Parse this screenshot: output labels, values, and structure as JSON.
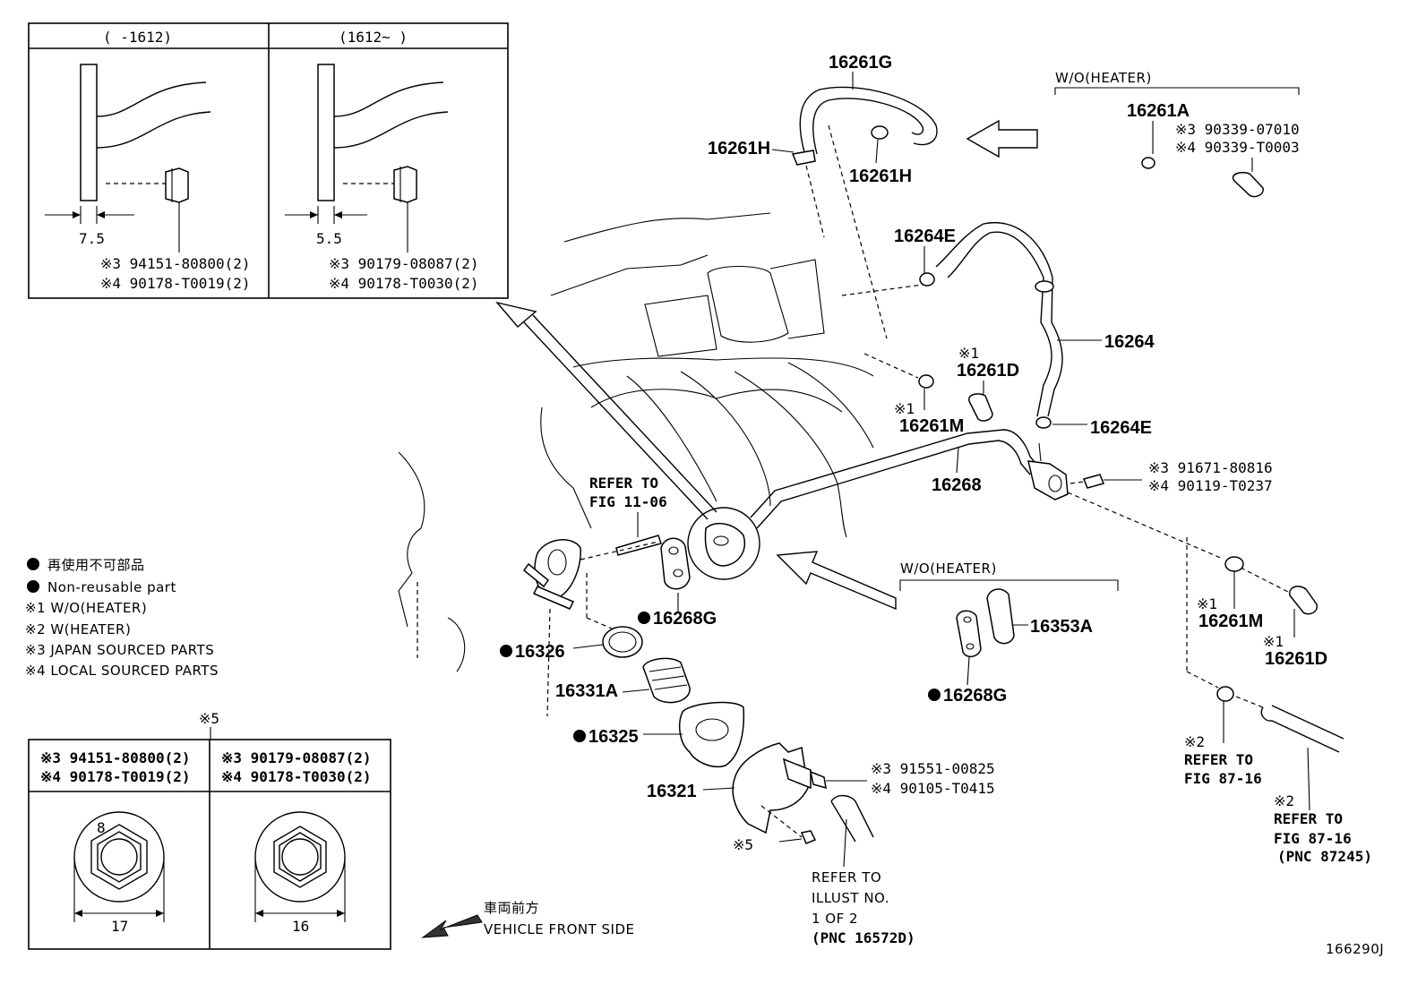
{
  "inset_top": {
    "left_header": "(      -1612)",
    "right_header": "(1612~       )",
    "left_dim": "7.5",
    "right_dim": "5.5",
    "left_part_j": "※3 94151-80800(2)",
    "left_part_l": "※4 90178-T0019(2)",
    "right_part_j": "※3 90179-08087(2)",
    "right_part_l": "※4 90178-T0030(2)"
  },
  "inset_bottom": {
    "marker": "※5",
    "left_part_j": "※3 94151-80800(2)",
    "left_part_l": "※4 90178-T0019(2)",
    "right_part_j": "※3 90179-08087(2)",
    "right_part_l": "※4 90178-T0030(2)",
    "left_hex_label": "8",
    "left_width": "17",
    "right_width": "16"
  },
  "legend": {
    "jp": "再使用不可部品",
    "en": "Non-reusable part",
    "note1": "※1 W/O(HEATER)",
    "note2": "※2 W(HEATER)",
    "note3": "※3 JAPAN SOURCED PARTS",
    "note4": "※4 LOCAL SOURCED PARTS"
  },
  "parts": {
    "p16261G": "16261G",
    "p16261H_left": "16261H",
    "p16261H_right": "16261H",
    "p16264E_top": "16264E",
    "p16264": "16264",
    "p16261D_mid_marker": "※1",
    "p16261D_mid": "16261D",
    "p16261M_mid_marker": "※1",
    "p16261M_mid": "16261M",
    "p16264E_bottom": "16264E",
    "p16268": "16268",
    "p16268G_left": "16268G",
    "p16326": "16326",
    "p16331A": "16331A",
    "p16325": "16325",
    "p16321": "16321",
    "p16353A": "16353A",
    "p16268G_right": "16268G",
    "p16261A": "16261A",
    "p16261M_right_marker": "※1",
    "p16261M_right": "16261M",
    "p16261D_right_marker": "※1",
    "p16261D_right": "16261D",
    "bolt5": "※5"
  },
  "notes": {
    "wo_heater_top": "W/O(HEATER)",
    "wo_heater_mid": "W/O(HEATER)",
    "p16261A_j": "※3 90339-07010",
    "p16261A_l": "※4 90339-T0003",
    "bolt_right_j": "※3  91671-80816",
    "bolt_right_l": "※4  90119-T0237",
    "bolt_bottom_j": "※3 91551-00825",
    "bolt_bottom_l": "※4 90105-T0415",
    "refer_fig_1": "REFER TO",
    "refer_fig_2": "FIG 11-06",
    "refer_8716a_m": "※2",
    "refer_8716a_1": "REFER TO",
    "refer_8716a_2": "FIG 87-16",
    "refer_8716b_m": "※2",
    "refer_8716b_1": "REFER TO",
    "refer_8716b_2": "FIG 87-16",
    "refer_8716b_3": "(PNC 87245)",
    "refer_illust_1": "REFER TO",
    "refer_illust_2": "ILLUST NO.",
    "refer_illust_3": "1 OF 2",
    "refer_illust_4": "(PNC 16572D)",
    "front_jp": "車両前方",
    "front_en": "VEHICLE FRONT SIDE",
    "figure_id": "166290J"
  }
}
